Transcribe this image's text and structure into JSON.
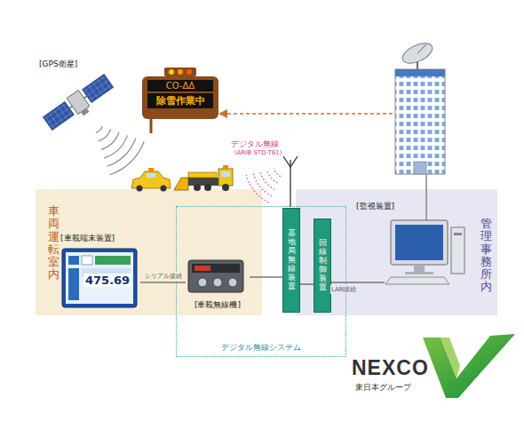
{
  "diagram": {
    "nodes": [
      {
        "text": [
          "車両運転室内"
        ]
      },
      {
        "text": [
          "管理事務所内"
        ]
      },
      {
        "text": [
          "デジタル無線システム"
        ]
      },
      {
        "text": [
          "[車載端末装置]",
          "475.69"
        ],
        "in": 0
      },
      {
        "text": [
          "[車載無線機]"
        ],
        "in": 2
      },
      {
        "text": [
          "基地局無線装置"
        ],
        "in": 2
      },
      {
        "text": [
          "回線制御装置"
        ],
        "in": 2
      },
      {
        "text": [
          "[監視装置]"
        ],
        "in": 1
      },
      {
        "text": [
          "CO-ΔΔ",
          "除雪作業中"
        ]
      }
    ],
    "edges": [
      {
        "from": 3,
        "to": 4,
        "label": "シリアル接続",
        "arrow": "none"
      },
      {
        "from": 4,
        "to": 5,
        "arrow": "none"
      },
      {
        "from": 5,
        "to": 6,
        "arrow": "none"
      },
      {
        "from": 6,
        "to": 7,
        "label": "LAN接続",
        "arrow": "none"
      }
    ],
    "labels": [
      "[GPS衛星]",
      "デジタル無線",
      "(ARIB STD-T61)",
      "NEXCO",
      "東日本グループ"
    ]
  }
}
